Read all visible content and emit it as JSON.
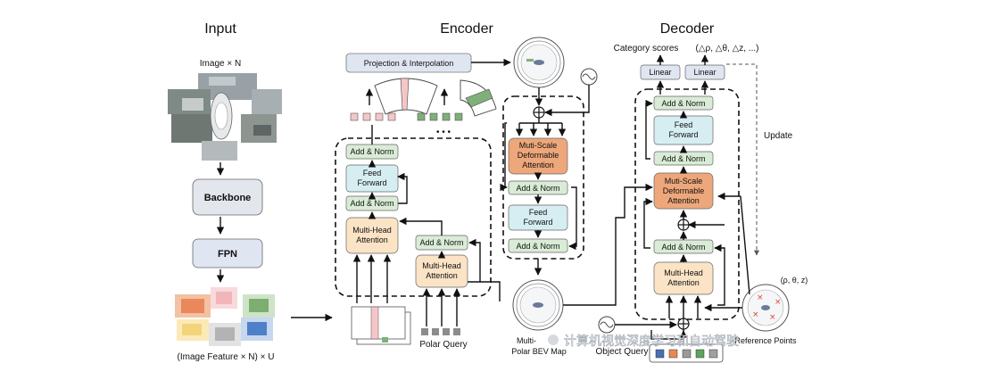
{
  "titles": {
    "input": "Input",
    "encoder": "Encoder",
    "decoder": "Decoder"
  },
  "input": {
    "image_label": "Image  × N",
    "backbone": "Backbone",
    "fpn": "FPN",
    "feature_label": "(Image Feature × N) × U"
  },
  "encoder": {
    "projection": "Projection  & Interpolation",
    "add_norm": "Add & Norm",
    "feed_forward_1": "Feed",
    "feed_forward_2": "Forward",
    "mha_1": "Multi-Head",
    "mha_2": "Attention",
    "polar_query": "Polar Query",
    "ellipsis": "• • •",
    "msda_1": "Muti-Scale",
    "msda_2": "Deformable",
    "msda_3": "Attention",
    "bev_label_1": "Multi-",
    "bev_label_2": "Polar BEV Map"
  },
  "decoder": {
    "category_scores": "Category scores",
    "deltas": "(△ρ, △θ, △z, ...)",
    "linear": "Linear",
    "update": "Update",
    "coords": "(ρ, θ, z)",
    "object_query": "Object Query",
    "ref_points": "Reference Points"
  },
  "watermark": "计算机视觉深度学习和自动驾驶",
  "colors": {
    "add_norm": "#d9ecd6",
    "feed_forward": "#d6eef2",
    "mha": "#fbe3c6",
    "msda": "#eda77b",
    "linear": "#dfe6f2",
    "projection": "#dfe6f2",
    "backbone": "#e3e6ec",
    "polar_query": "#8c8c8c",
    "query_pink": "#f5c6c8",
    "query_green": "#7fb07a",
    "obj_query": [
      "#4b6fb5",
      "#e88a4d",
      "#9a9a9a",
      "#5fa35a",
      "#a0a0a0"
    ]
  }
}
